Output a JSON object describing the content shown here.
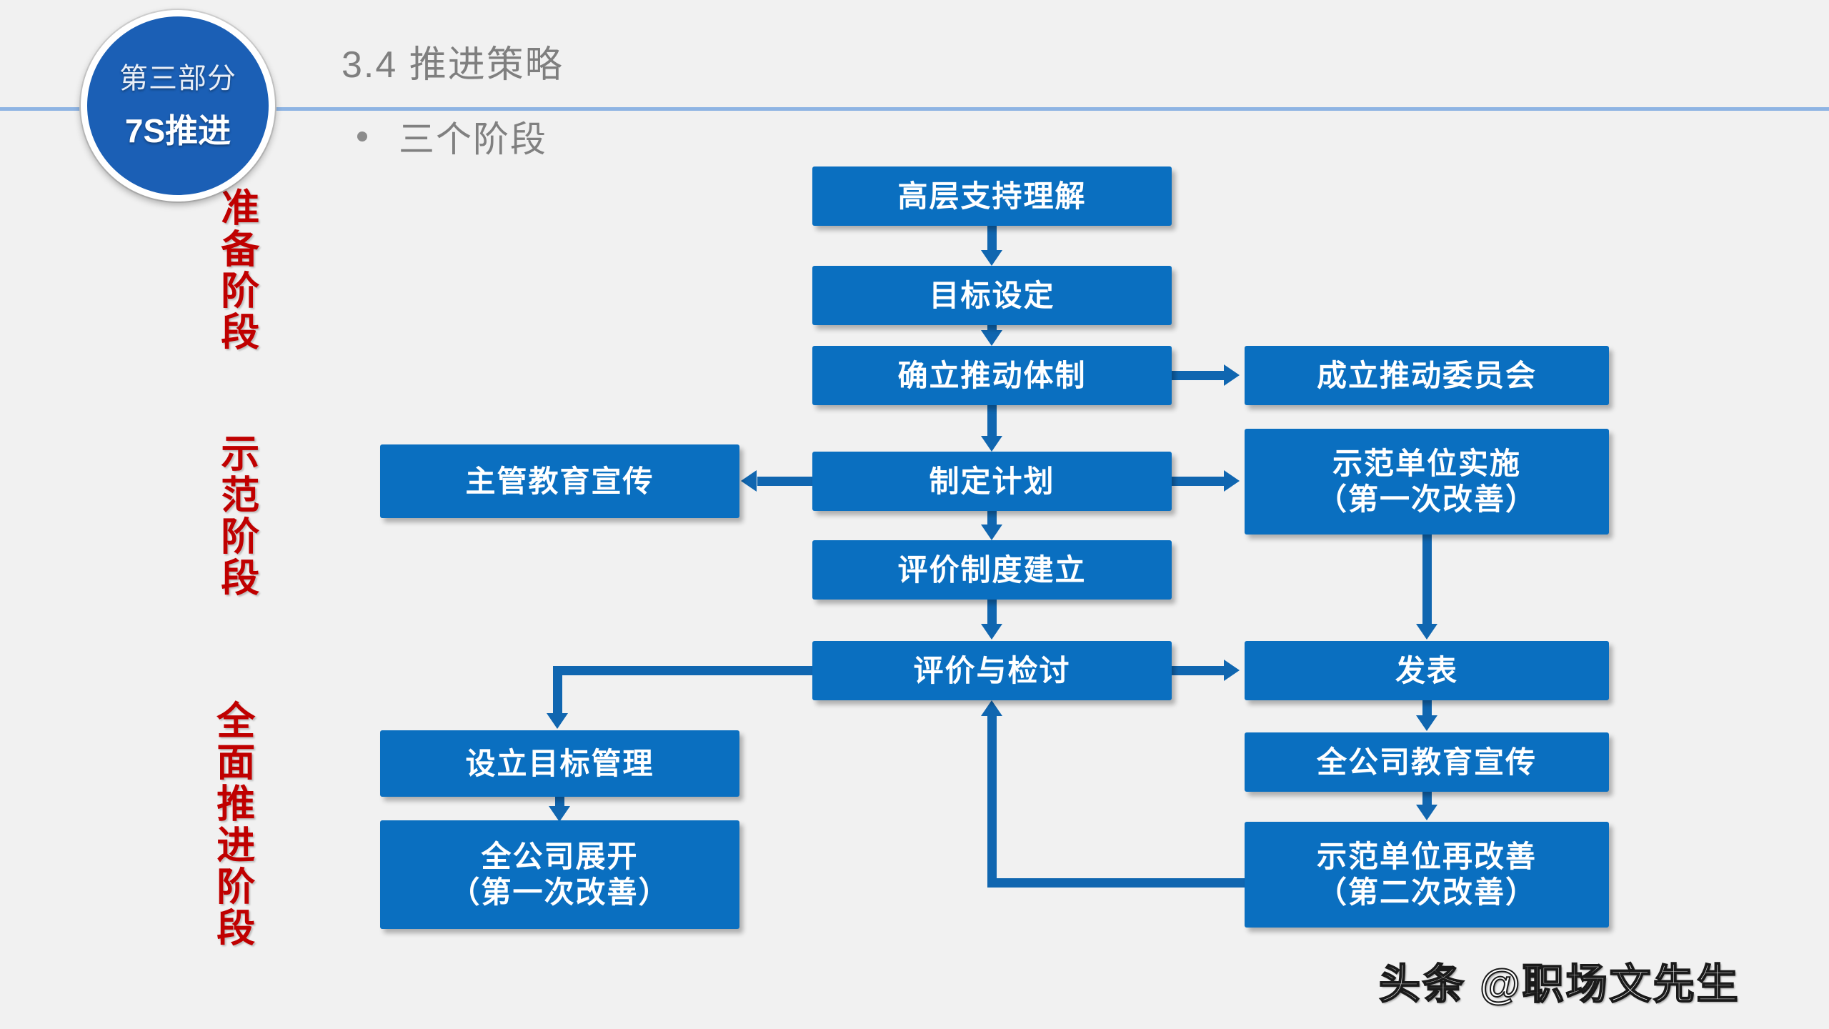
{
  "header": {
    "badge_top": "第三部分",
    "badge_bottom": "7S推进",
    "title": "3.4  推进策略",
    "bullet": "三个阶段",
    "rule_color": "#8eb4e3"
  },
  "phases": [
    {
      "label": "准备阶段"
    },
    {
      "label": "示范阶段"
    },
    {
      "label": "全面推进阶段"
    }
  ],
  "flow": {
    "box_color": "#0a6fc0",
    "text_color": "#ffffff",
    "connector_color": "#1066b0",
    "boxes": [
      {
        "id": "top-support",
        "line1": "高层支持理解",
        "line2": ""
      },
      {
        "id": "goal-setting",
        "line1": "目标设定",
        "line2": ""
      },
      {
        "id": "establish-sys",
        "line1": "确立推动体制",
        "line2": ""
      },
      {
        "id": "committee",
        "line1": "成立推动委员会",
        "line2": ""
      },
      {
        "id": "make-plan",
        "line1": "制定计划",
        "line2": ""
      },
      {
        "id": "mgr-edu",
        "line1": "主管教育宣传",
        "line2": ""
      },
      {
        "id": "demo-unit",
        "line1": "示范单位实施",
        "line2": "（第一次改善）"
      },
      {
        "id": "eval-system",
        "line1": "评价制度建立",
        "line2": ""
      },
      {
        "id": "eval-review",
        "line1": "评价与检讨",
        "line2": ""
      },
      {
        "id": "publish",
        "line1": "发表",
        "line2": ""
      },
      {
        "id": "set-mbo",
        "line1": "设立目标管理",
        "line2": ""
      },
      {
        "id": "company-edu",
        "line1": "全公司教育宣传",
        "line2": ""
      },
      {
        "id": "company-roll",
        "line1": "全公司展开",
        "line2": "（第一次改善）"
      },
      {
        "id": "demo-reimp",
        "line1": "示范单位再改善",
        "line2": "（第二次改善）"
      }
    ]
  },
  "watermark": {
    "text": "头条 @职场文先生"
  }
}
